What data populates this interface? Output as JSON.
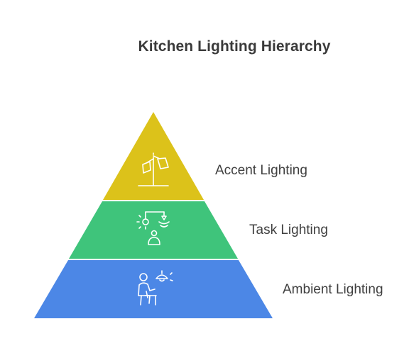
{
  "title": "Kitchen Lighting Hierarchy",
  "levels": [
    {
      "label": "Accent Lighting",
      "color": "#dcc21a",
      "icon": "lamp-icon"
    },
    {
      "label": "Task Lighting",
      "color": "#3fc47b",
      "icon": "task-light-person-icon"
    },
    {
      "label": "Ambient Lighting",
      "color": "#4c87e6",
      "icon": "person-pendant-light-icon"
    }
  ]
}
